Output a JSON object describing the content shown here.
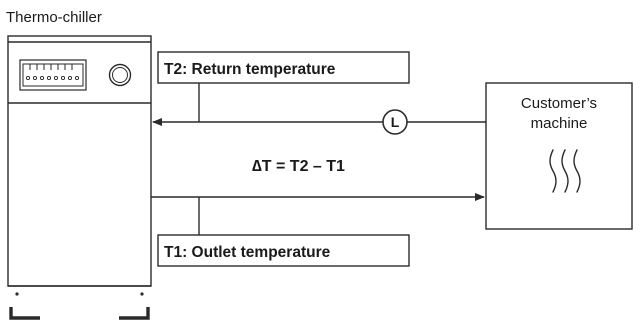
{
  "chiller": {
    "title": "Thermo-chiller"
  },
  "labels": {
    "return_temp": "T2: Return temperature",
    "outlet_temp": "T1: Outlet temperature",
    "delta_equation": "∆T = T2 – T1"
  },
  "customer": {
    "line1": "Customer’s",
    "line2": "machine"
  },
  "flow_sensor": {
    "symbol": "L"
  },
  "colors": {
    "line": "#2a2a2a",
    "fill": "#ffffff"
  }
}
